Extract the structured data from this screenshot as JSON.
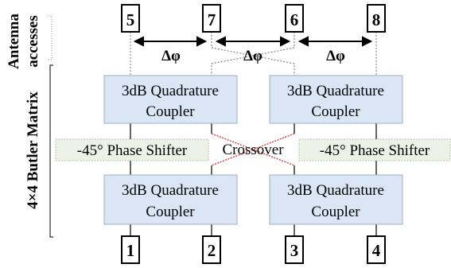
{
  "side_labels": {
    "antenna": "Antenna",
    "accesses": "accesses",
    "matrix": "4×4 Butler Matrix"
  },
  "ports_top": [
    "5",
    "7",
    "6",
    "8"
  ],
  "ports_bottom": [
    "1",
    "2",
    "3",
    "4"
  ],
  "delta_label": "Δφ",
  "couplers": {
    "top_left": {
      "line1": "3dB Quadrature",
      "line2": "Coupler"
    },
    "top_right": {
      "line1": "3dB Quadrature",
      "line2": "Coupler"
    },
    "bottom_left": {
      "line1": "3dB Quadrature",
      "line2": "Coupler"
    },
    "bottom_right": {
      "line1": "3dB Quadrature",
      "line2": "Coupler"
    }
  },
  "phase_shifter_left": "-45° Phase Shifter",
  "phase_shifter_right": "-45° Phase Shifter",
  "crossover": "Crossover",
  "colors": {
    "coupler_fill": "#dae6f5",
    "shifter_fill": "#eef2e6",
    "crossover_red": "#d23030",
    "line": "#000000",
    "dotted": "#8a8a8a"
  }
}
